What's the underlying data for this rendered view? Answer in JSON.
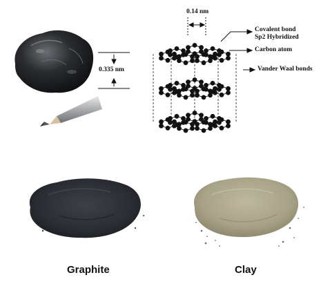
{
  "diagram": {
    "labels": {
      "bond_length": "0.14 nm",
      "interlayer_spacing": "0.335 nm",
      "covalent_bond_line1": "Covalent bond",
      "covalent_bond_line2": "Sp2 Hybridized",
      "carbon_atom": "Carbon atom",
      "vander_waal": "Vander Waal bonds"
    }
  },
  "captions": {
    "graphite": "Graphite",
    "clay": "Clay"
  },
  "colors": {
    "atom": "#111111",
    "bond": "#222222",
    "graphite_powder": "#2d3036",
    "clay_powder": "#a9a48a",
    "pencil_lead": "#55585c",
    "pencil_wood": "#d8c2a0"
  },
  "icons": [
    "graphite-rock",
    "pencil",
    "graphite-powder",
    "clay-powder"
  ]
}
